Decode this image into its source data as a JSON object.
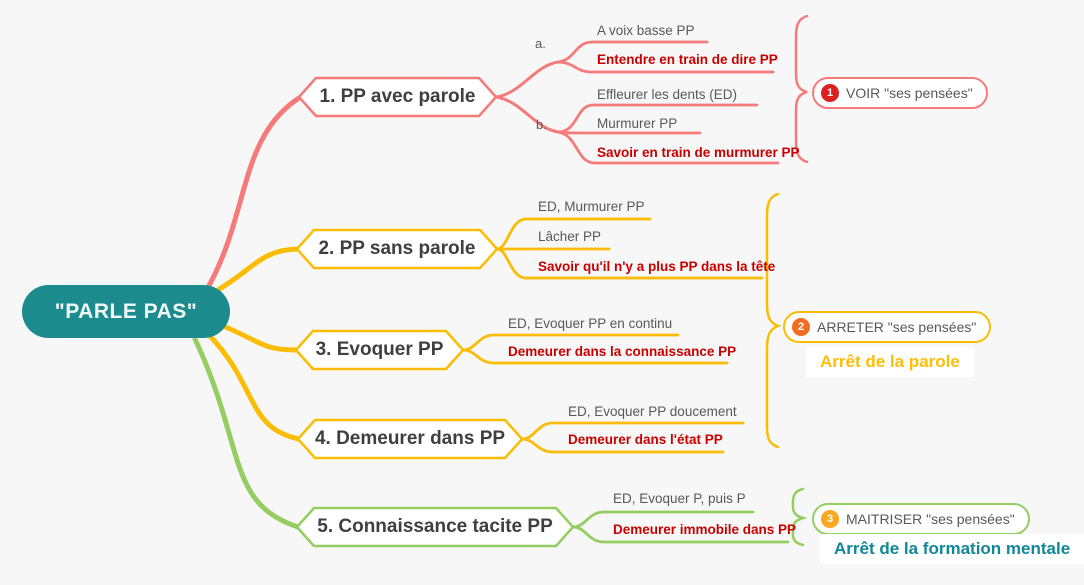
{
  "root": {
    "label": "\"PARLE PAS\""
  },
  "branches": [
    {
      "title": "1. PP avec parole",
      "color": "#f57a7a",
      "groups": [
        {
          "label": "a.",
          "leaves": [
            "A voix basse PP",
            "Entendre en train de dire PP"
          ]
        },
        {
          "label": "b.",
          "leaves": [
            "Effleurer les dents (ED)",
            "Murmurer PP",
            "Savoir en train de murmurer PP"
          ]
        }
      ]
    },
    {
      "title": "2. PP sans parole",
      "color": "#fbbc05",
      "leaves": [
        "ED, Murmurer PP",
        "Lâcher PP",
        "Savoir qu'il n'y a plus PP dans la tête"
      ]
    },
    {
      "title": "3. Evoquer PP",
      "color": "#fbbc05",
      "leaves": [
        "ED, Evoquer PP en continu",
        "Demeurer dans la connaissance PP"
      ]
    },
    {
      "title": "4. Demeurer dans PP",
      "color": "#fbbc05",
      "leaves": [
        "ED, Evoquer PP doucement",
        "Demeurer dans l'état PP"
      ]
    },
    {
      "title": "5. Connaissance tacite PP",
      "color": "#94ce62",
      "leaves": [
        "ED, Evoquer P, puis P",
        "Demeurer immobile dans PP"
      ]
    }
  ],
  "summaries": [
    {
      "number": "1",
      "label": "VOIR \"ses pensées\"",
      "badge_color": "#dc1f1f",
      "border_color": "#f57a7a"
    },
    {
      "number": "2",
      "label": "ARRETER \"ses pensées\"",
      "caption": "Arrêt de la parole",
      "badge_color": "#f26c21",
      "border_color": "#fbbc05",
      "caption_color": "#fcbe06"
    },
    {
      "number": "3",
      "label": "MAITRISER \"ses pensées\"",
      "caption": "Arrêt de la formation mentale",
      "badge_color": "#f9a91f",
      "border_color": "#94ce62",
      "caption_color": "#11879a"
    }
  ],
  "colors": {
    "background": "#f7f7f7",
    "root_fill": "#1c8b8d",
    "branch_red": "#f57a7a",
    "branch_yellow": "#fbbc05",
    "branch_green": "#94ce62",
    "emphasis_text": "#c80000",
    "normal_text": "#585858",
    "title_text": "#3f3f3f"
  }
}
